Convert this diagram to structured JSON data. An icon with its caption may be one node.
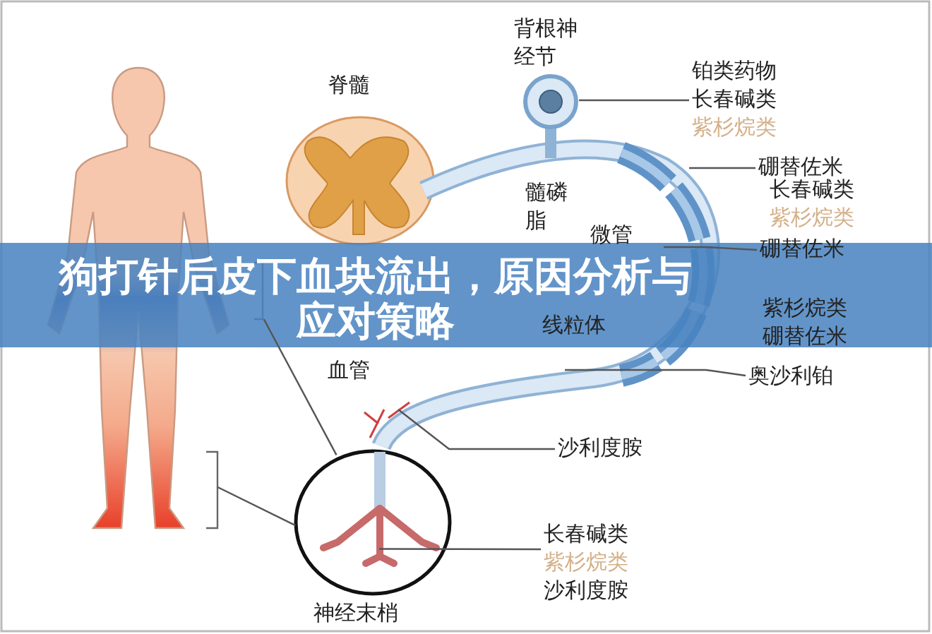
{
  "diagram": {
    "title": "狗打针后皮下血块流出，原因分析与应对策略",
    "nodes": [
      {
        "text": [],
        "shape": "person"
      },
      {
        "text": [],
        "shape": "circle",
        "beside": [
          "神经末梢"
        ]
      },
      {
        "text": [
          "铂类药物",
          "长春碱类",
          "紫杉烷类"
        ]
      },
      {
        "text": [
          "硼替佐米"
        ]
      },
      {
        "text": [
          "长春碱类",
          "紫杉烷类"
        ]
      },
      {
        "text": [
          "硼替佐米"
        ]
      },
      {
        "text": [
          "紫杉烷类",
          "硼替佐米"
        ]
      },
      {
        "text": [
          "奥沙利铂"
        ]
      },
      {
        "text": [
          "沙利度胺"
        ]
      },
      {
        "text": [
          "长春碱类",
          "紫杉烷类",
          "沙利度胺"
        ]
      }
    ],
    "edges": [
      {
        "from": 0,
        "to": 1,
        "arrow": "none"
      },
      {
        "from": 0,
        "to": 1,
        "arrow": "none"
      },
      {
        "from": 2,
        "to": null,
        "arrow": "none"
      },
      {
        "from": 3,
        "to": null,
        "arrow": "none"
      },
      {
        "from": 5,
        "to": null,
        "arrow": "none"
      },
      {
        "from": 7,
        "to": null,
        "arrow": "none"
      },
      {
        "from": 8,
        "to": null,
        "arrow": "none"
      },
      {
        "from": 9,
        "to": 1,
        "arrow": "none"
      }
    ],
    "labels": [
      "背根神经节",
      "脊髓",
      "髓磷脂",
      "微管",
      "线粒体",
      "血管"
    ]
  }
}
